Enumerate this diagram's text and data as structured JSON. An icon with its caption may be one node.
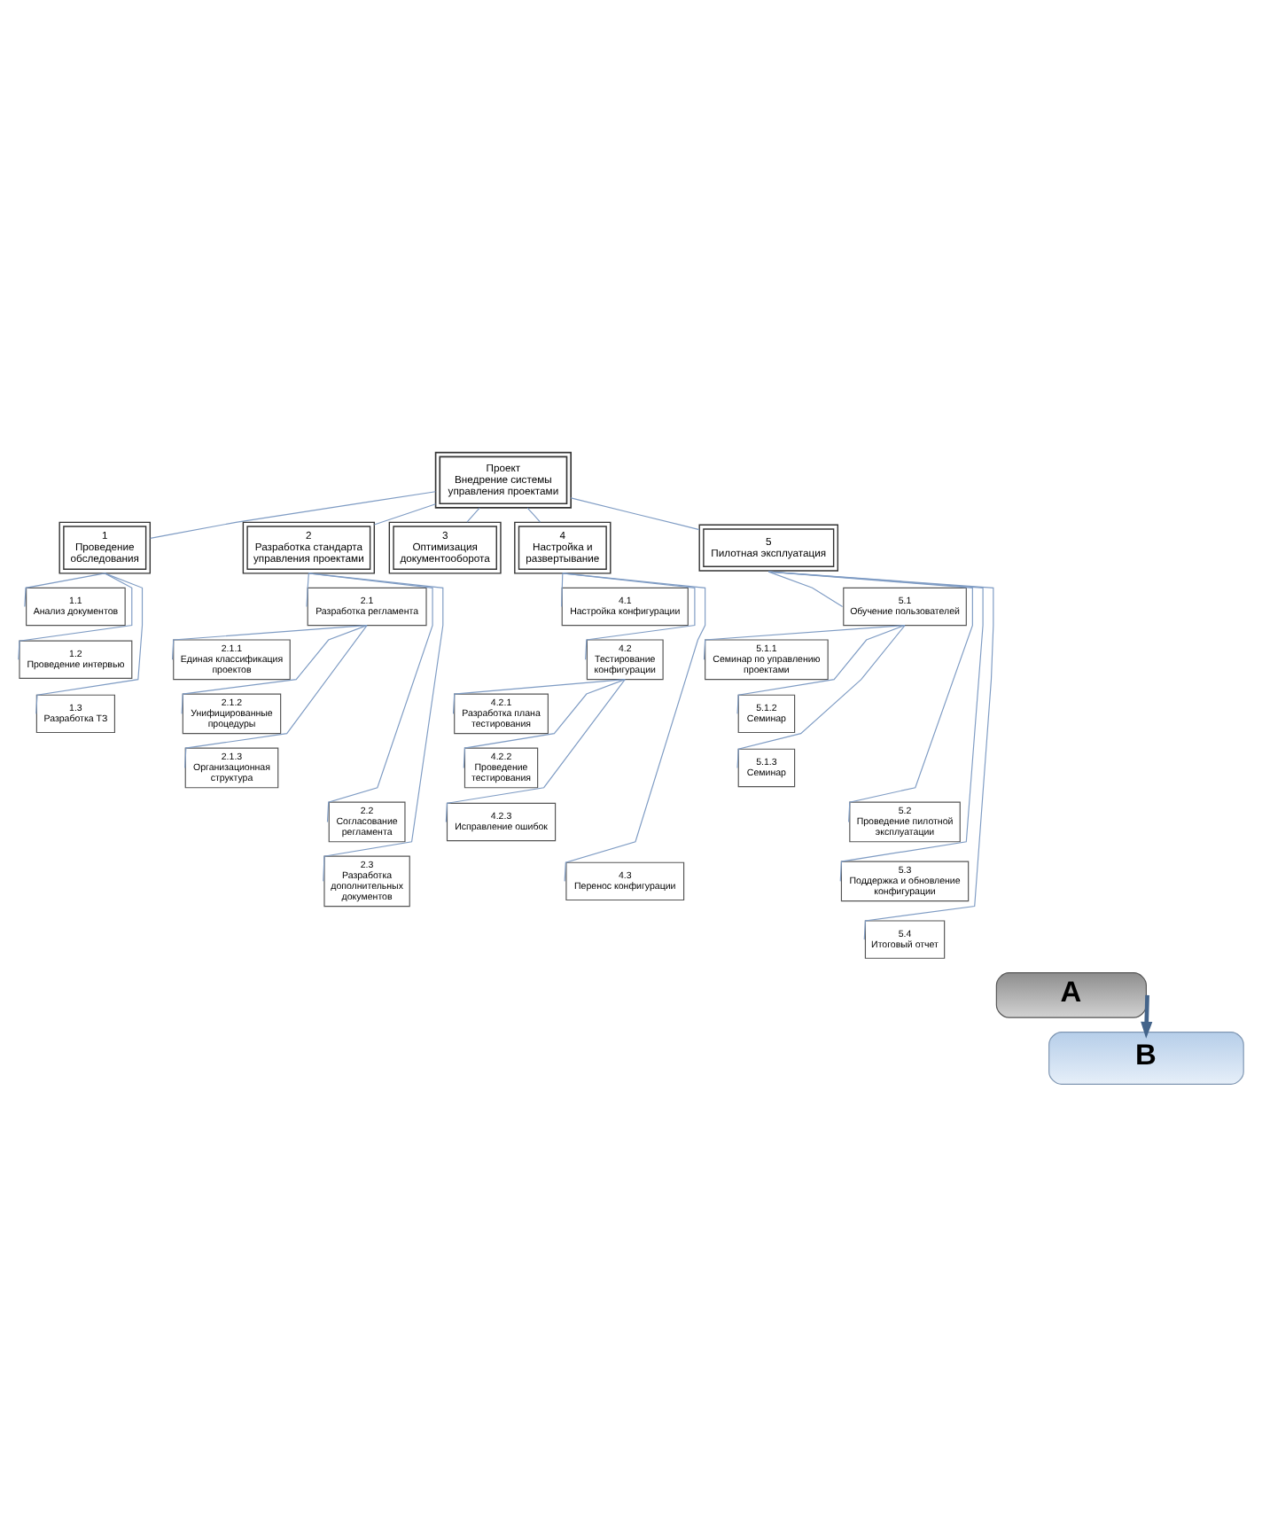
{
  "diagram": {
    "nodes": [
      {
        "text": [
          "Проект",
          "Внедрение системы управления проектами"
        ]
      },
      {
        "text": [
          "1",
          "Проведение обследования"
        ]
      },
      {
        "text": [
          "2",
          "Разработка стандарта управления проектами"
        ]
      },
      {
        "text": [
          "3",
          "Оптимизация документооборота"
        ]
      },
      {
        "text": [
          "4",
          "Настройка и развертывание"
        ]
      },
      {
        "text": [
          "5",
          "Пилотная эксплуатация"
        ]
      },
      {
        "text": [
          "1.1",
          "Анализ документов"
        ]
      },
      {
        "text": [
          "1.2",
          "Проведение интервью"
        ]
      },
      {
        "text": [
          "1.3",
          "Разработка ТЗ"
        ]
      },
      {
        "text": [
          "2.1",
          "Разработка регламента"
        ]
      },
      {
        "text": [
          "2.1.1",
          "Единая классификация проектов"
        ]
      },
      {
        "text": [
          "2.1.2",
          "Унифицированные процедуры"
        ]
      },
      {
        "text": [
          "2.1.3",
          "Организационная структура"
        ]
      },
      {
        "text": [
          "2.2",
          "Согласование регламента"
        ]
      },
      {
        "text": [
          "2.3",
          "Разработка дополнительных документов"
        ]
      },
      {
        "text": [
          "4.1",
          "Настройка конфигурации"
        ]
      },
      {
        "text": [
          "4.2",
          "Тестирование конфигурации"
        ]
      },
      {
        "text": [
          "4.2.1",
          "Разработка плана тестирования"
        ]
      },
      {
        "text": [
          "4.2.2",
          "Проведение тестирования"
        ]
      },
      {
        "text": [
          "4.2.3",
          "Исправление ошибок"
        ]
      },
      {
        "text": [
          "4.3",
          "Перенос конфигурации"
        ]
      },
      {
        "text": [
          "5.1",
          "Обучение пользователей"
        ]
      },
      {
        "text": [
          "5.1.1",
          "Семинар по управлению проектами"
        ]
      },
      {
        "text": [
          "5.1.2",
          "Семинар"
        ]
      },
      {
        "text": [
          "5.1.3",
          "Семинар"
        ]
      },
      {
        "text": [
          "5.2",
          "Проведение пилотной эксплуатации"
        ]
      },
      {
        "text": [
          "5.3",
          "Поддержка и обновление конфигурации"
        ]
      },
      {
        "text": [
          "5.4",
          "Итоговый отчет"
        ]
      },
      {
        "text": [
          "A"
        ]
      },
      {
        "text": [
          "B"
        ]
      }
    ],
    "edges": [
      {
        "from": 0,
        "to": 1,
        "arrow": "none"
      },
      {
        "from": 0,
        "to": 2,
        "arrow": "none"
      },
      {
        "from": 0,
        "to": 3,
        "arrow": "none"
      },
      {
        "from": 0,
        "to": 4,
        "arrow": "none"
      },
      {
        "from": 0,
        "to": 5,
        "arrow": "none"
      },
      {
        "from": 1,
        "to": 6,
        "arrow": "none"
      },
      {
        "from": 1,
        "to": 7,
        "arrow": "none"
      },
      {
        "from": 1,
        "to": 8,
        "arrow": "none"
      },
      {
        "from": 2,
        "to": 9,
        "arrow": "none"
      },
      {
        "from": 9,
        "to": 10,
        "arrow": "none"
      },
      {
        "from": 9,
        "to": 11,
        "arrow": "none"
      },
      {
        "from": 9,
        "to": 12,
        "arrow": "none"
      },
      {
        "from": 2,
        "to": 13,
        "arrow": "none"
      },
      {
        "from": 2,
        "to": 14,
        "arrow": "none"
      },
      {
        "from": 4,
        "to": 15,
        "arrow": "none"
      },
      {
        "from": 4,
        "to": 16,
        "arrow": "none"
      },
      {
        "from": 16,
        "to": 17,
        "arrow": "none"
      },
      {
        "from": 16,
        "to": 18,
        "arrow": "none"
      },
      {
        "from": 16,
        "to": 19,
        "arrow": "none"
      },
      {
        "from": 4,
        "to": 20,
        "arrow": "none"
      },
      {
        "from": 5,
        "to": 21,
        "arrow": "none"
      },
      {
        "from": 21,
        "to": 22,
        "arrow": "none"
      },
      {
        "from": 21,
        "to": 23,
        "arrow": "none"
      },
      {
        "from": 21,
        "to": 24,
        "arrow": "none"
      },
      {
        "from": 5,
        "to": 25,
        "arrow": "none"
      },
      {
        "from": 5,
        "to": 26,
        "arrow": "none"
      },
      {
        "from": 5,
        "to": 27,
        "arrow": "none"
      },
      {
        "from": 28,
        "to": 29,
        "arrow": "to",
        "style": "thick",
        "color": "#44648a"
      }
    ]
  }
}
